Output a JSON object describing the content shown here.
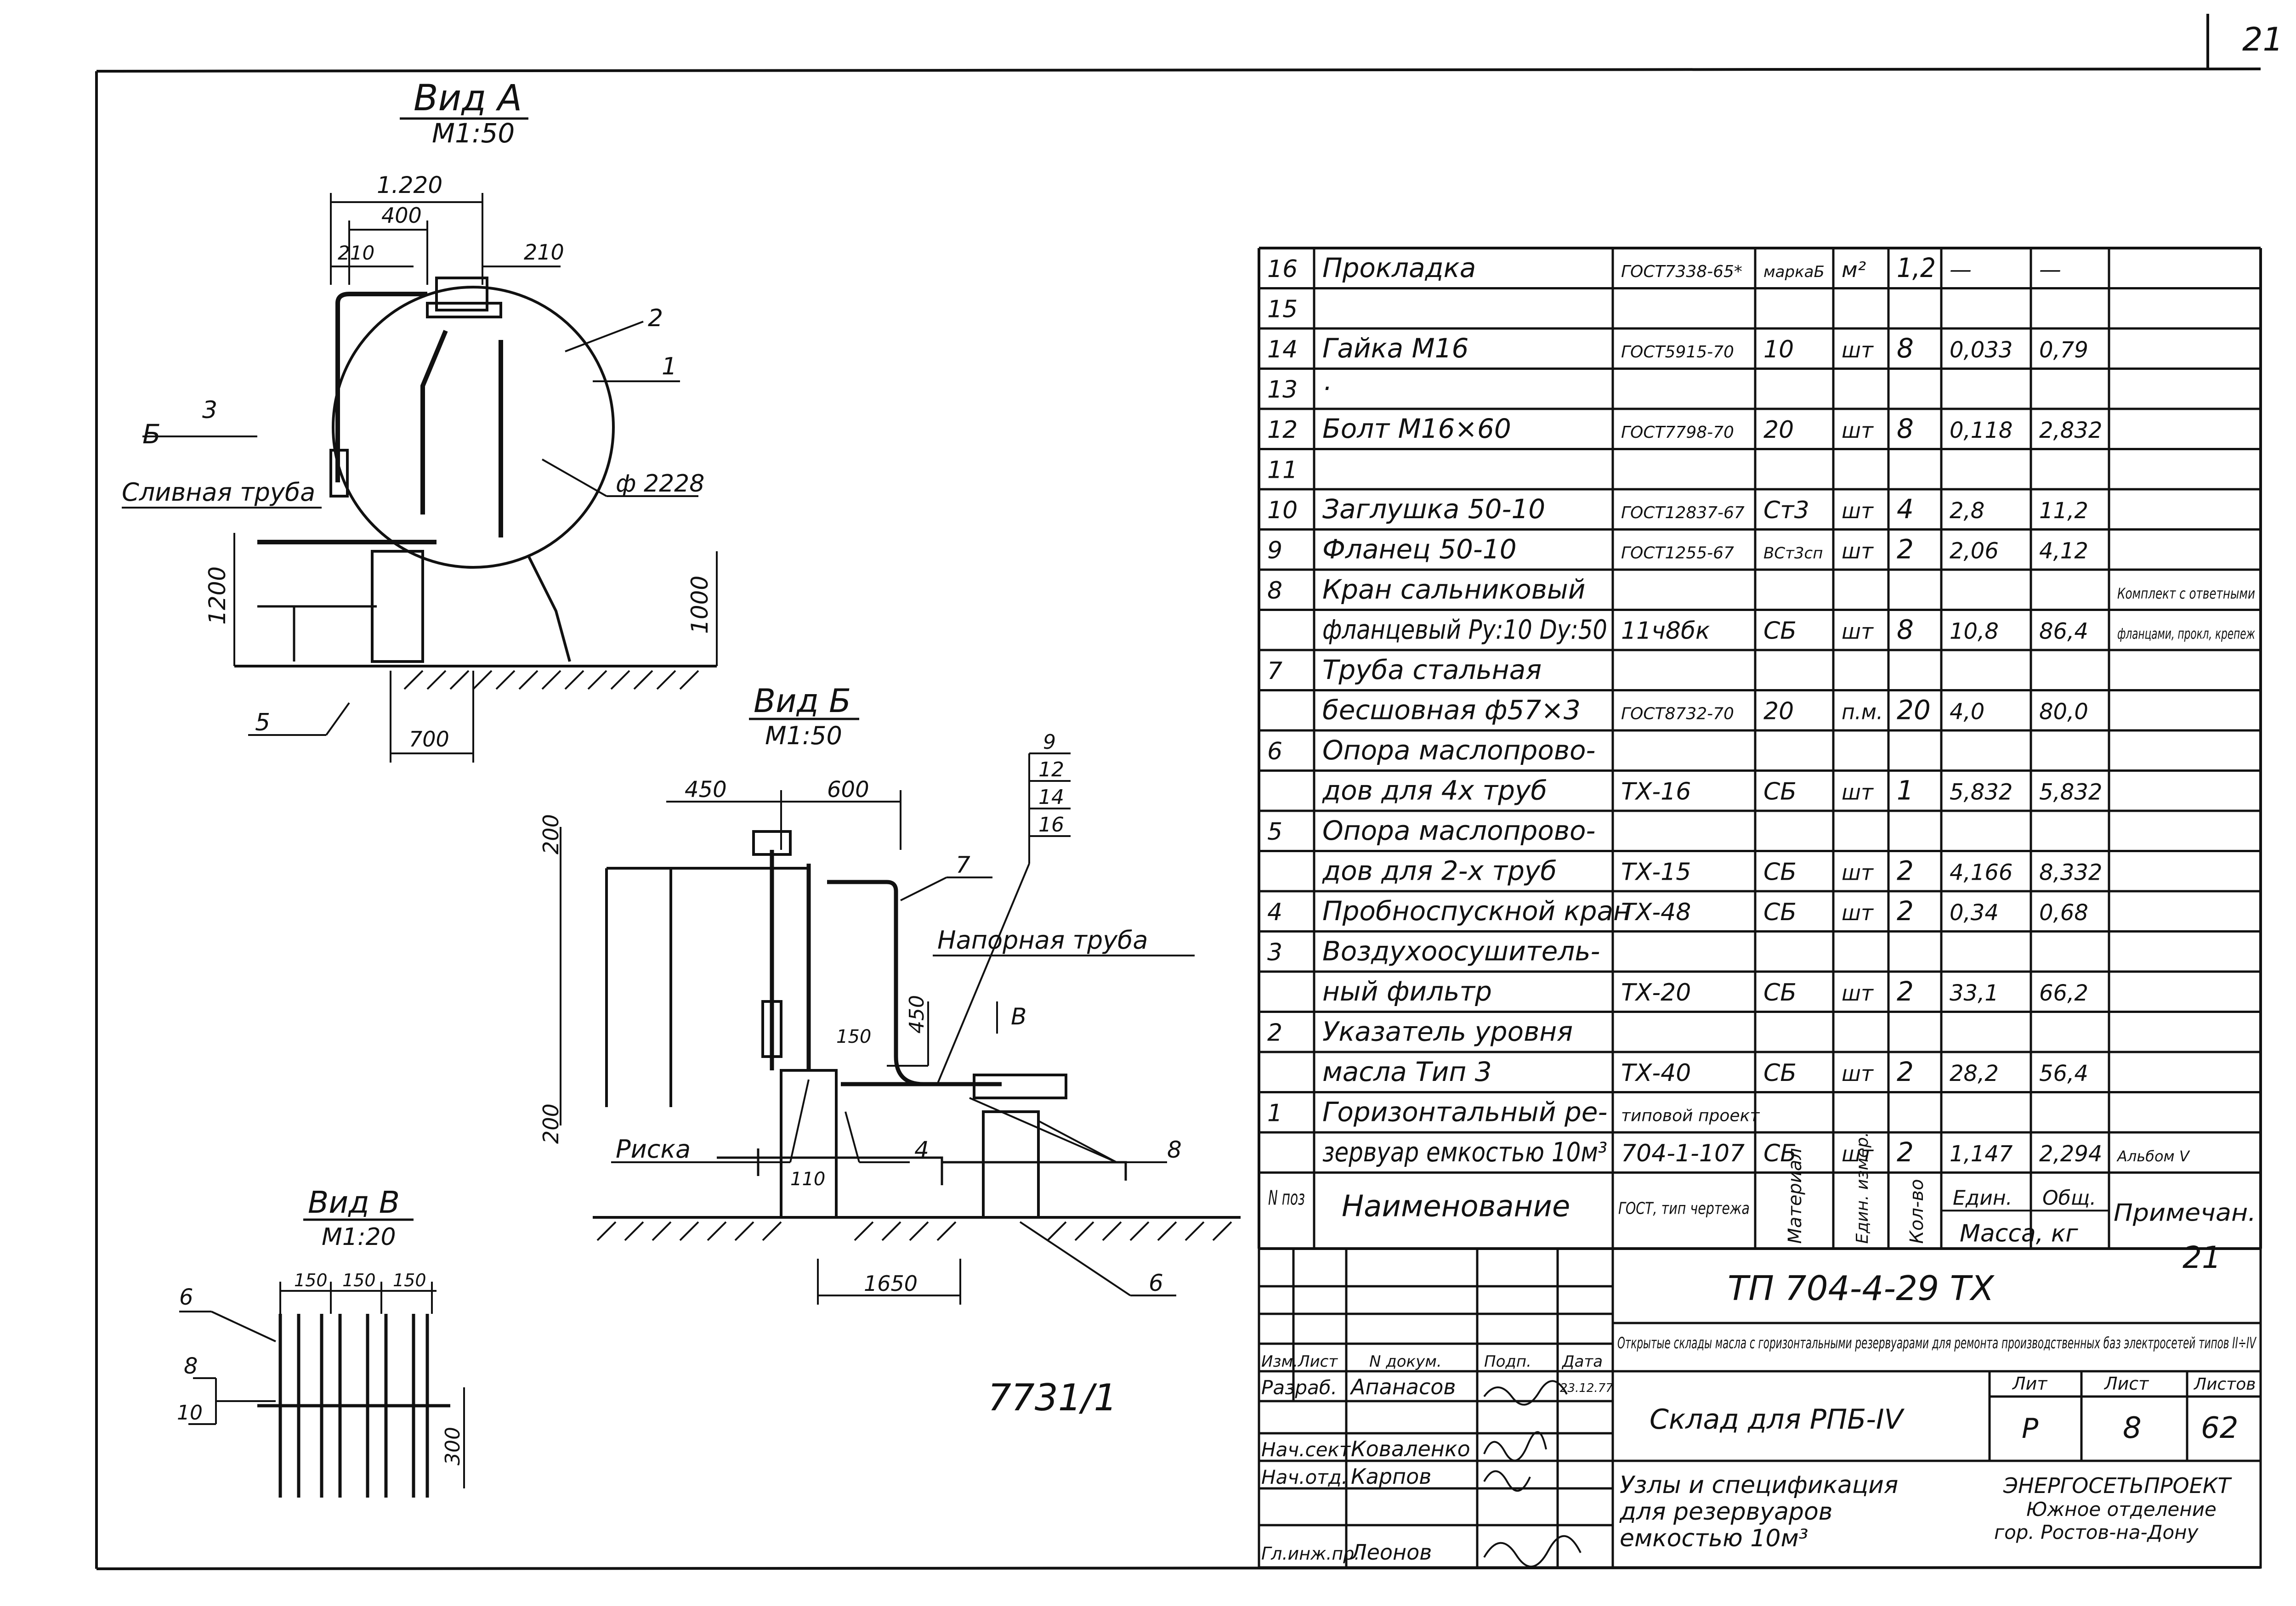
{
  "sheet_no": "21",
  "views": {
    "a": {
      "title": "Вид А",
      "scale": "М1:50"
    },
    "b": {
      "title": "Вид Б",
      "scale": "М1:50"
    },
    "v": {
      "title": "Вид В",
      "scale": "М1:20"
    }
  },
  "view_a_labels": {
    "d1220": "1.220",
    "d400": "400",
    "d210a": "210",
    "d210b": "210",
    "p2": "2",
    "p1": "1",
    "p3": "3",
    "b": "Б",
    "drain": "Сливная труба",
    "diam": "ф 2228",
    "h1200": "1200",
    "h1000": "1000",
    "p5": "5",
    "w700": "700"
  },
  "view_b_labels": {
    "w450": "450",
    "w600": "600",
    "h200a": "200",
    "h200b": "200",
    "p7": "7",
    "pressure": "Напорная труба",
    "arrow_v": "В",
    "h450": "450",
    "d150": "150",
    "riska": "Риска",
    "d110": "110",
    "p4": "4",
    "p8": "8",
    "w1650": "1650",
    "p6": "6",
    "stack": [
      "9",
      "12",
      "14",
      "16"
    ]
  },
  "view_v_labels": {
    "d150a": "150",
    "d150b": "150",
    "d150c": "150",
    "p6": "6",
    "p8": "8",
    "p10": "10",
    "h300": "300"
  },
  "archive_no": "7731/1",
  "spec": {
    "rows": [
      {
        "pos": "16",
        "name": "Прокладка",
        "gost": "ГОСТ7338-65*",
        "mat": "маркаБ",
        "unit": "м²",
        "qty": "1,2",
        "unit_mass": "—",
        "total": "—",
        "note": ""
      },
      {
        "pos": "15",
        "name": "",
        "gost": "",
        "mat": "",
        "unit": "",
        "qty": "",
        "unit_mass": "",
        "total": "",
        "note": ""
      },
      {
        "pos": "14",
        "name": "Гайка М16",
        "gost": "ГОСТ5915-70",
        "mat": "10",
        "unit": "шт",
        "qty": "8",
        "unit_mass": "0,033",
        "total": "0,79",
        "note": ""
      },
      {
        "pos": "13",
        "name": "·",
        "gost": "",
        "mat": "",
        "unit": "",
        "qty": "",
        "unit_mass": "",
        "total": "",
        "note": ""
      },
      {
        "pos": "12",
        "name": "Болт М16×60",
        "gost": "ГОСТ7798-70",
        "mat": "20",
        "unit": "шт",
        "qty": "8",
        "unit_mass": "0,118",
        "total": "2,832",
        "note": ""
      },
      {
        "pos": "11",
        "name": "",
        "gost": "",
        "mat": "",
        "unit": "",
        "qty": "",
        "unit_mass": "",
        "total": "",
        "note": ""
      },
      {
        "pos": "10",
        "name": "Заглушка 50-10",
        "gost": "ГОСТ12837-67",
        "mat": "Ст3",
        "unit": "шт",
        "qty": "4",
        "unit_mass": "2,8",
        "total": "11,2",
        "note": ""
      },
      {
        "pos": "9",
        "name": "Фланец 50-10",
        "gost": "ГОСТ1255-67",
        "mat": "ВСт3сп",
        "unit": "шт",
        "qty": "2",
        "unit_mass": "2,06",
        "total": "4,12",
        "note": ""
      },
      {
        "pos": "8",
        "name": "Кран сальниковый",
        "gost": "",
        "mat": "",
        "unit": "",
        "qty": "",
        "unit_mass": "",
        "total": "",
        "note": "Комплект с ответными"
      },
      {
        "pos": "",
        "name": "фланцевый Py:10 Dy:50",
        "gost": "11ч8бк",
        "mat": "СБ",
        "unit": "шт",
        "qty": "8",
        "unit_mass": "10,8",
        "total": "86,4",
        "note": "фланцами, прокл, крепеж"
      },
      {
        "pos": "7",
        "name": "Труба стальная",
        "gost": "",
        "mat": "",
        "unit": "",
        "qty": "",
        "unit_mass": "",
        "total": "",
        "note": ""
      },
      {
        "pos": "",
        "name": "бесшовная ф57×3",
        "gost": "ГОСТ8732-70",
        "mat": "20",
        "unit": "п.м.",
        "qty": "20",
        "unit_mass": "4,0",
        "total": "80,0",
        "note": ""
      },
      {
        "pos": "6",
        "name": "Опора маслопрово-",
        "gost": "",
        "mat": "",
        "unit": "",
        "qty": "",
        "unit_mass": "",
        "total": "",
        "note": ""
      },
      {
        "pos": "",
        "name": "дов для 4х труб",
        "gost": "ТХ-16",
        "mat": "СБ",
        "unit": "шт",
        "qty": "1",
        "unit_mass": "5,832",
        "total": "5,832",
        "note": ""
      },
      {
        "pos": "5",
        "name": "Опора маслопрово-",
        "gost": "",
        "mat": "",
        "unit": "",
        "qty": "",
        "unit_mass": "",
        "total": "",
        "note": ""
      },
      {
        "pos": "",
        "name": "дов для 2-х труб",
        "gost": "ТХ-15",
        "mat": "СБ",
        "unit": "шт",
        "qty": "2",
        "unit_mass": "4,166",
        "total": "8,332",
        "note": ""
      },
      {
        "pos": "4",
        "name": "Пробноспускной кран",
        "gost": "ТХ-48",
        "mat": "СБ",
        "unit": "шт",
        "qty": "2",
        "unit_mass": "0,34",
        "total": "0,68",
        "note": ""
      },
      {
        "pos": "3",
        "name": "Воздухоосушитель-",
        "gost": "",
        "mat": "",
        "unit": "",
        "qty": "",
        "unit_mass": "",
        "total": "",
        "note": ""
      },
      {
        "pos": "",
        "name": "ный фильтр",
        "gost": "ТХ-20",
        "mat": "СБ",
        "unit": "шт",
        "qty": "2",
        "unit_mass": "33,1",
        "total": "66,2",
        "note": ""
      },
      {
        "pos": "2",
        "name": "Указатель уровня",
        "gost": "",
        "mat": "",
        "unit": "",
        "qty": "",
        "unit_mass": "",
        "total": "",
        "note": ""
      },
      {
        "pos": "",
        "name": "масла Тип 3",
        "gost": "ТХ-40",
        "mat": "СБ",
        "unit": "шт",
        "qty": "2",
        "unit_mass": "28,2",
        "total": "56,4",
        "note": ""
      },
      {
        "pos": "1",
        "name": "Горизонтальный ре-",
        "gost": "типовой проект",
        "mat": "",
        "unit": "",
        "qty": "",
        "unit_mass": "",
        "total": "",
        "note": ""
      },
      {
        "pos": "",
        "name": "зервуар емкостью 10м³",
        "gost": "704-1-107",
        "mat": "СБ",
        "unit": "шт",
        "qty": "2",
        "unit_mass": "1,147",
        "total": "2,294",
        "note": "Альбом V"
      }
    ],
    "header": {
      "pos": "N поз",
      "name": "Наименование",
      "gost": "ГОСТ, тип чертежа",
      "mat": "Материал",
      "unit": "Един. измер.",
      "qty": "Кол-во",
      "unit_mass": "Един.",
      "total": "Общ.",
      "mass": "Масса, кг",
      "note": "Примечан."
    }
  },
  "title_block": {
    "code": "ТП 704-4-29 ТХ",
    "sheet_mark": "21",
    "subtitle": "Открытые склады масла с горизонтальными резервуарами для ремонта производственных баз электросетей типов II÷IV",
    "col_izm": "Изм.",
    "col_list": "Лист",
    "col_doc": "N докум.",
    "col_sign": "Подп.",
    "col_date": "Дата",
    "people": [
      {
        "role": "Разраб.",
        "name": "Апанасов",
        "date": "23.12.77"
      },
      {
        "role": "Нач.сект.",
        "name": "Коваленко",
        "date": ""
      },
      {
        "role": "Нач.отд.",
        "name": "Карпов",
        "date": ""
      },
      {
        "role": "Гл.инж.пр.",
        "name": "Леонов",
        "date": ""
      }
    ],
    "object": "Склад для РПБ-IV",
    "lit_label": "Лит",
    "list_label": "Лист",
    "listov_label": "Листов",
    "lit": "Р",
    "list": "8",
    "listov": "62",
    "content": "Узлы и спецификация для резервуаров емкостью 10м³",
    "org1": "ЭНЕРГОСЕТЬПРОЕКТ",
    "org2": "Южное отделение",
    "org3": "гор. Ростов-на-Дону"
  }
}
